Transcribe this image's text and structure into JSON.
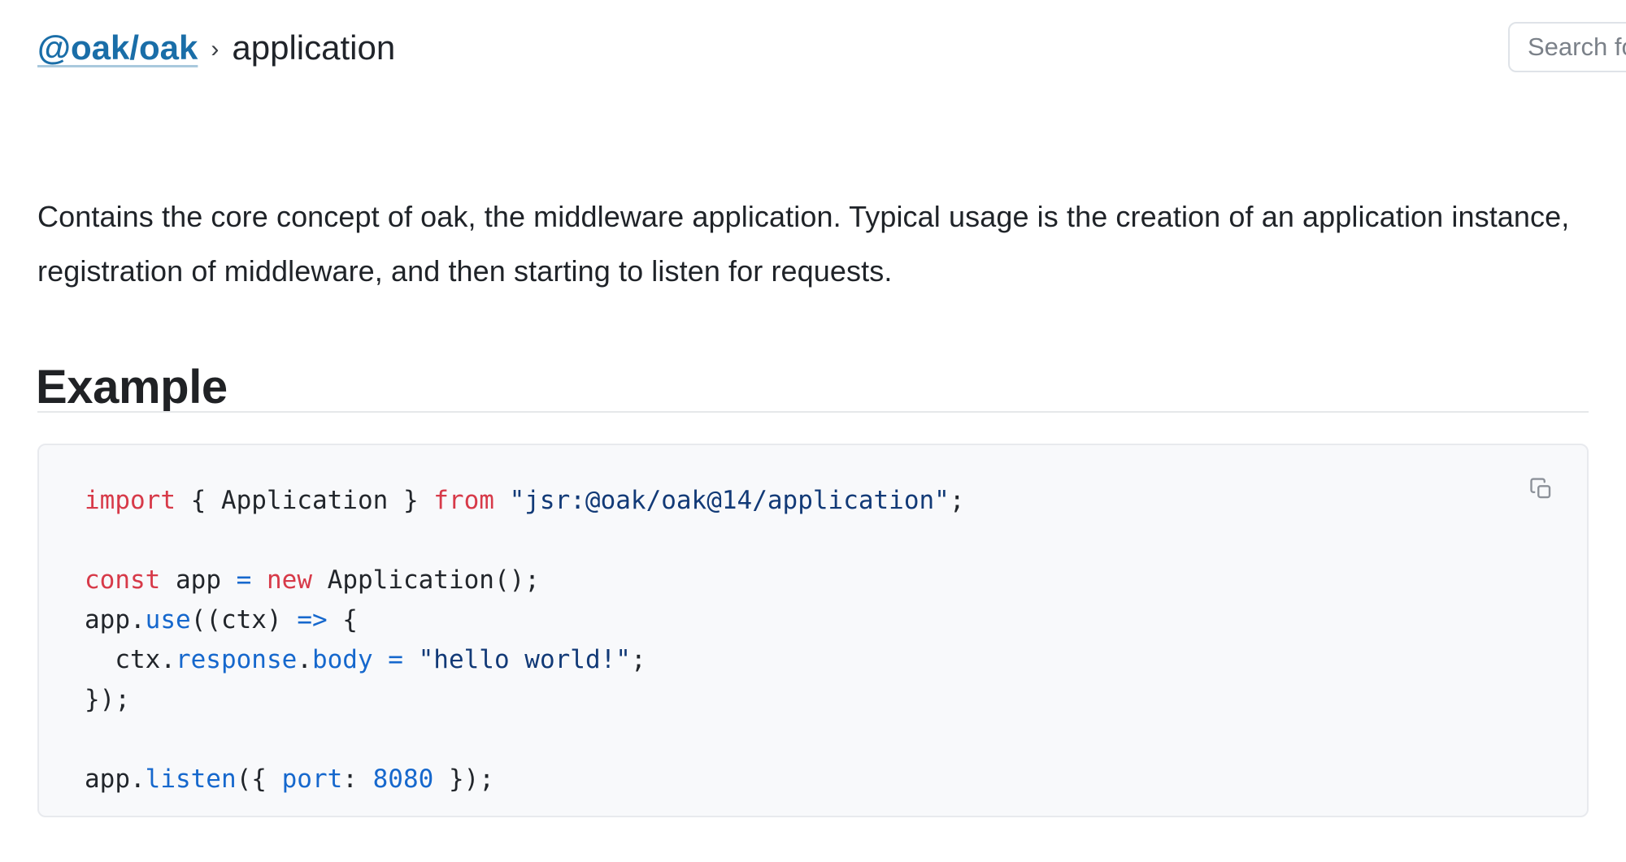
{
  "breadcrumb": {
    "package_link": "@oak/oak",
    "separator": "›",
    "current": "application"
  },
  "search": {
    "placeholder": "Search for symbols",
    "visible_text": "Search f"
  },
  "description": {
    "text": "Contains the core concept of oak, the middleware application. Typical usage is the creation of an application instance, registration of middleware, and then starting to listen for requests."
  },
  "example_section": {
    "heading": "Example",
    "copy_icon": "copy-icon",
    "code_language": "typescript",
    "code_plain": "import { Application } from \"jsr:@oak/oak@14/application\";\n\nconst app = new Application();\napp.use((ctx) => {\n  ctx.response.body = \"hello world!\";\n});\n\napp.listen({ port: 8080 });",
    "code_lines": [
      {
        "tokens": [
          {
            "t": "import",
            "c": "kw"
          },
          {
            "t": " { Application } ",
            "c": "plain"
          },
          {
            "t": "from",
            "c": "kw"
          },
          {
            "t": " ",
            "c": "plain"
          },
          {
            "t": "\"jsr:@oak/oak@14/application\"",
            "c": "str"
          },
          {
            "t": ";",
            "c": "plain"
          }
        ]
      },
      {
        "tokens": []
      },
      {
        "tokens": [
          {
            "t": "const",
            "c": "kw"
          },
          {
            "t": " app ",
            "c": "plain"
          },
          {
            "t": "=",
            "c": "op"
          },
          {
            "t": " ",
            "c": "plain"
          },
          {
            "t": "new",
            "c": "kw"
          },
          {
            "t": " Application();",
            "c": "plain"
          }
        ]
      },
      {
        "tokens": [
          {
            "t": "app.",
            "c": "plain"
          },
          {
            "t": "use",
            "c": "fn"
          },
          {
            "t": "((ctx) ",
            "c": "plain"
          },
          {
            "t": "=>",
            "c": "op"
          },
          {
            "t": " {",
            "c": "plain"
          }
        ]
      },
      {
        "tokens": [
          {
            "t": "  ctx.",
            "c": "plain"
          },
          {
            "t": "response",
            "c": "prop"
          },
          {
            "t": ".",
            "c": "plain"
          },
          {
            "t": "body",
            "c": "prop"
          },
          {
            "t": " ",
            "c": "plain"
          },
          {
            "t": "=",
            "c": "op"
          },
          {
            "t": " ",
            "c": "plain"
          },
          {
            "t": "\"hello world!\"",
            "c": "str"
          },
          {
            "t": ";",
            "c": "plain"
          }
        ]
      },
      {
        "tokens": [
          {
            "t": "});",
            "c": "plain"
          }
        ]
      },
      {
        "tokens": []
      },
      {
        "tokens": [
          {
            "t": "app.",
            "c": "plain"
          },
          {
            "t": "listen",
            "c": "fn"
          },
          {
            "t": "({ ",
            "c": "plain"
          },
          {
            "t": "port",
            "c": "prop"
          },
          {
            "t": ": ",
            "c": "plain"
          },
          {
            "t": "8080",
            "c": "num"
          },
          {
            "t": " });",
            "c": "plain"
          }
        ]
      }
    ]
  },
  "colors": {
    "link": "#1a6ea8",
    "keyword": "#d73a49",
    "string": "#123a77",
    "function": "#1668cd",
    "code_background": "#f8f9fb",
    "code_border": "#e8eaee",
    "rule": "#e6e8ea"
  }
}
